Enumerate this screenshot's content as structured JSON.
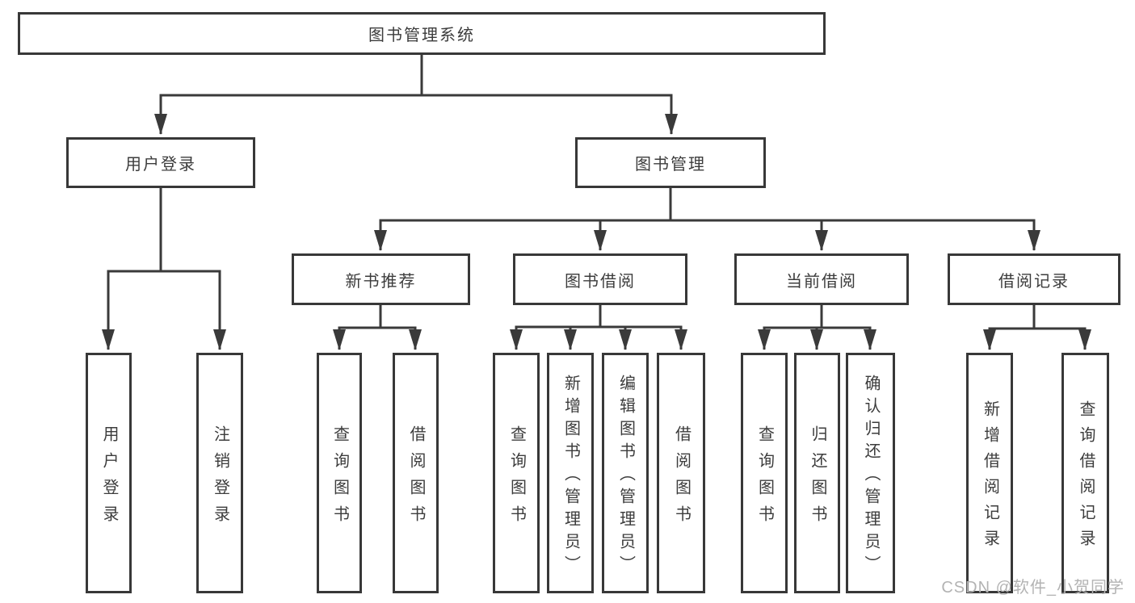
{
  "colors": {
    "line": "#3a3a3a",
    "border": "#383838",
    "text": "#3c3c3c",
    "watermark": "#b3b3b3",
    "background": "#ffffff"
  },
  "watermark": "CSDN @软件_小贺同学",
  "tree": {
    "label": "图书管理系统",
    "children": [
      {
        "label": "用户登录",
        "children": [
          {
            "label": "用户登录"
          },
          {
            "label": "注销登录"
          }
        ]
      },
      {
        "label": "图书管理",
        "children": [
          {
            "label": "新书推荐",
            "children": [
              {
                "label": "查询图书"
              },
              {
                "label": "借阅图书"
              }
            ]
          },
          {
            "label": "图书借阅",
            "children": [
              {
                "label": "查询图书"
              },
              {
                "label": "新增图书（管理员）"
              },
              {
                "label": "编辑图书（管理员）"
              },
              {
                "label": "借阅图书"
              }
            ]
          },
          {
            "label": "当前借阅",
            "children": [
              {
                "label": "查询图书"
              },
              {
                "label": "归还图书"
              },
              {
                "label": "确认归还（管理员）"
              }
            ]
          },
          {
            "label": "借阅记录",
            "children": [
              {
                "label": "新增借阅记录"
              },
              {
                "label": "查询借阅记录"
              }
            ]
          }
        ]
      }
    ]
  }
}
